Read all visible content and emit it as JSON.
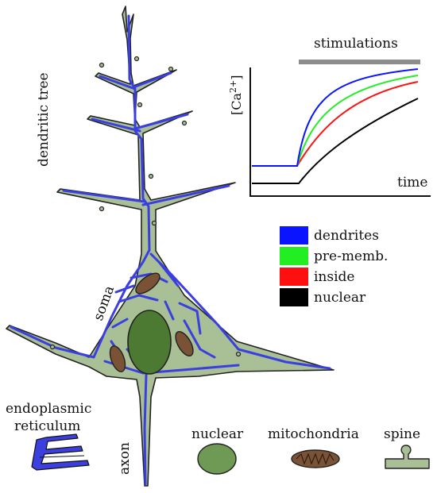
{
  "labels": {
    "dendritic_tree": "dendritic tree",
    "soma": "soma",
    "axon": "axon",
    "endoplasmic_line1": "endoplasmic",
    "endoplasmic_line2": "reticulum",
    "nuclear": "nuclear",
    "mitochondria": "mitochondria",
    "spine": "spine"
  },
  "inset_chart": {
    "stimulations": "stimulations",
    "ylabel_base": "[Ca",
    "ylabel_sup": "2+",
    "ylabel_end": "]",
    "xlabel": "time"
  },
  "legend": [
    {
      "label": "dendrites",
      "color": "#0a14ff"
    },
    {
      "label": "pre-memb.",
      "color": "#22ee22"
    },
    {
      "label": "inside",
      "color": "#ff1010"
    },
    {
      "label": "nuclear",
      "color": "#000000"
    }
  ],
  "colors": {
    "cytoplasm": "#a9bf96",
    "er": "#3b3fe0",
    "nucleus": "#4d7a32",
    "nucleus_legend": "#6f9a55",
    "mito": "#7a5236",
    "stim_bar": "#8c8c8c"
  }
}
